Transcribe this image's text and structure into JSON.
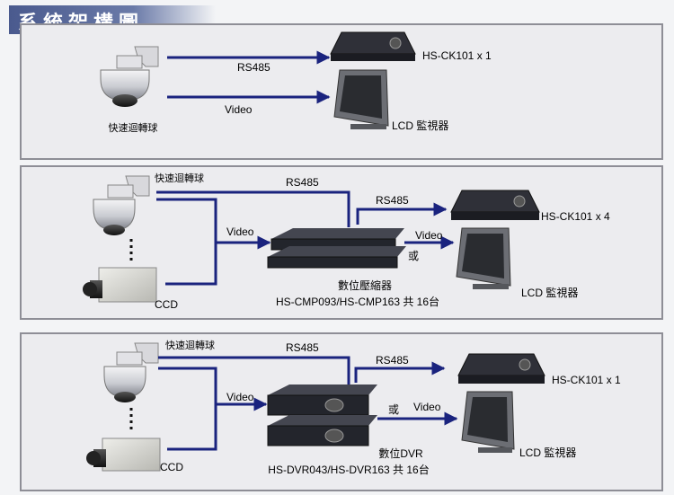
{
  "title": "系統架構圖",
  "panels": [
    {
      "camera_label": "快速迴轉球",
      "link_rs485": "RS485",
      "link_video": "Video",
      "keyboard_label": "HS-CK101 x 1",
      "monitor_label": "LCD 監視器"
    },
    {
      "camera_label": "快速迴轉球",
      "ccd_label": "CCD",
      "link_rs485_top": "RS485",
      "link_rs485_right": "RS485",
      "link_video_left": "Video",
      "link_video_right": "Video",
      "or_label": "或",
      "device_label": "數位壓縮器",
      "model_label": "HS-CMP093/HS-CMP163 共 16台",
      "keyboard_label": "HS-CK101 x 4",
      "monitor_label": "LCD 監視器"
    },
    {
      "camera_label": "快速迴轉球",
      "ccd_label": "CCD",
      "link_rs485_top": "RS485",
      "link_rs485_right": "RS485",
      "link_video_left": "Video",
      "link_video_right": "Video",
      "or_label": "或",
      "device_label": "數位DVR",
      "model_label": "HS-DVR043/HS-DVR163 共 16台",
      "keyboard_label": "HS-CK101 x 1",
      "monitor_label": "LCD 監視器"
    }
  ],
  "colors": {
    "arrow": "#1a237e",
    "panel_border": "#8e8e96",
    "title_bg": "#4a5a8e"
  }
}
